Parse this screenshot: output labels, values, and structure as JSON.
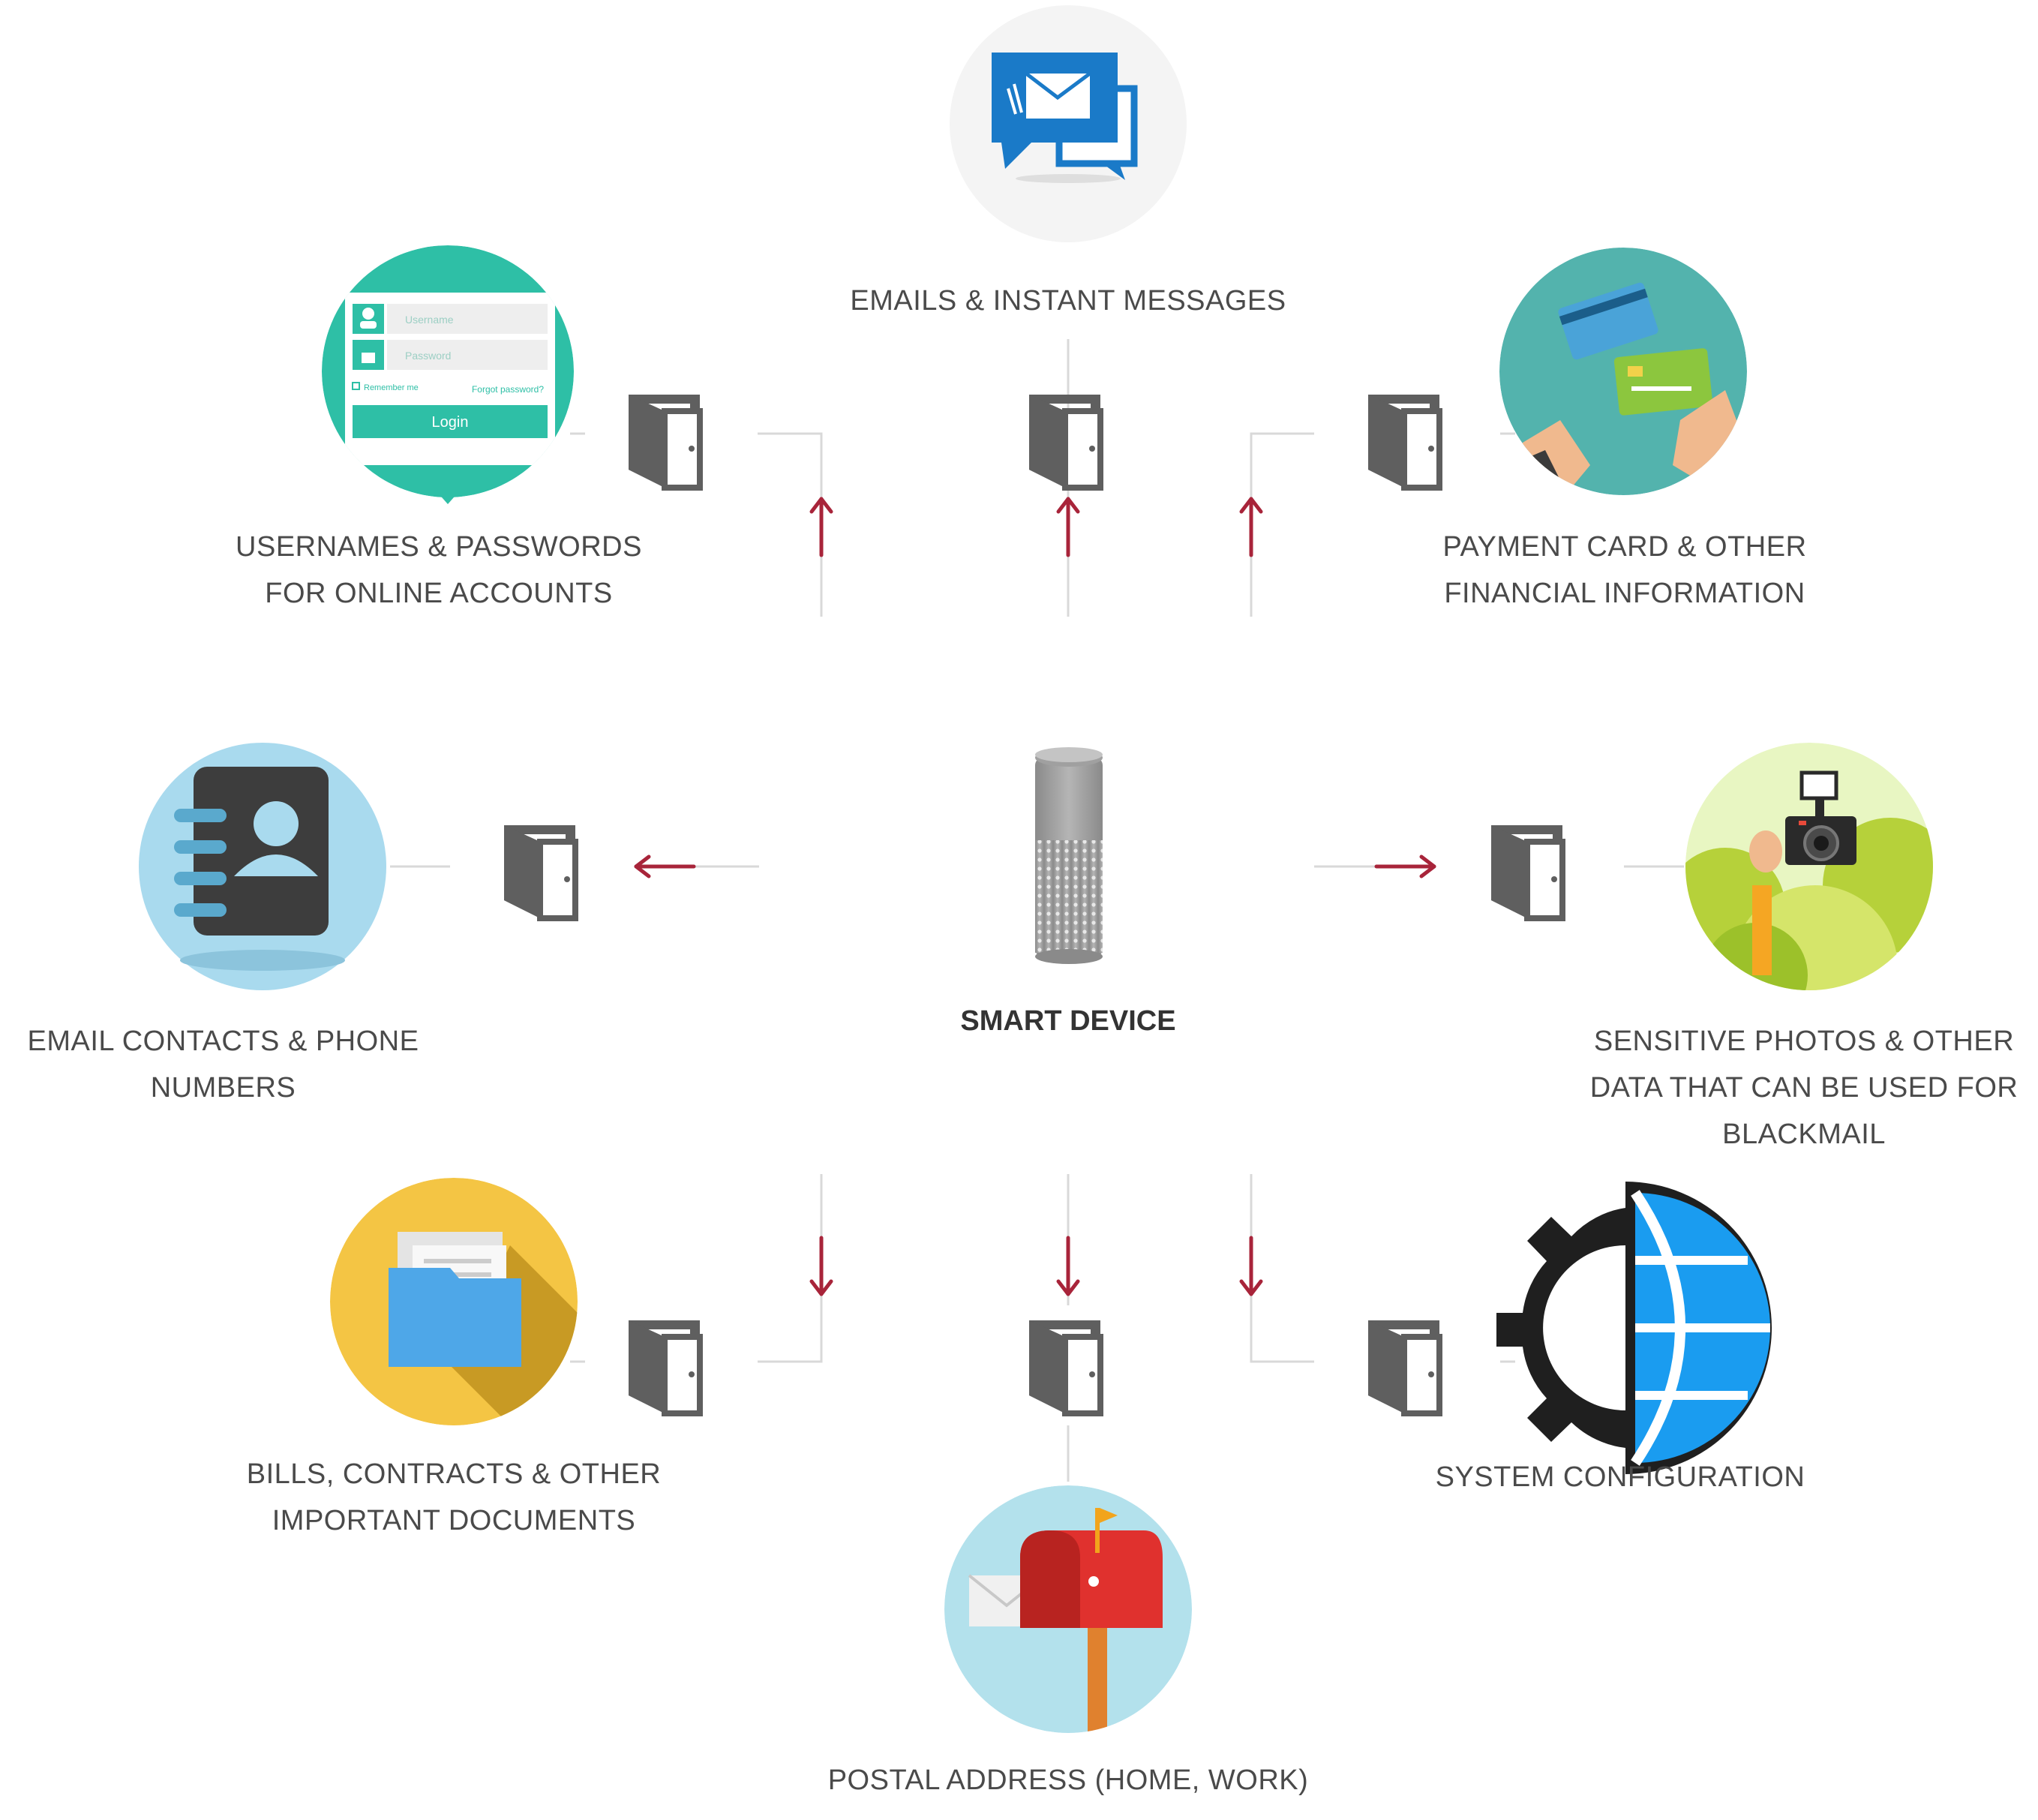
{
  "center": {
    "label": "SMART DEVICE"
  },
  "nodes": [
    {
      "id": "emails",
      "lines": [
        "EMAILS & INSTANT MESSAGES"
      ],
      "icon": "email-chat-icon"
    },
    {
      "id": "credentials",
      "lines": [
        "USERNAMES & PASSWORDS",
        "FOR ONLINE ACCOUNTS"
      ],
      "icon": "login-form-icon",
      "login_form": {
        "username": "Username",
        "password": "Password",
        "remember": "Remember me",
        "forgot": "Forgot password?",
        "button": "Login"
      }
    },
    {
      "id": "payment",
      "lines": [
        "PAYMENT CARD & OTHER",
        "FINANCIAL INFORMATION"
      ],
      "icon": "payment-card-icon"
    },
    {
      "id": "contacts",
      "lines": [
        "EMAIL CONTACTS & PHONE",
        "NUMBERS"
      ],
      "icon": "address-book-icon"
    },
    {
      "id": "photos",
      "lines": [
        "SENSITIVE PHOTOS & OTHER",
        "DATA THAT CAN BE USED FOR",
        "BLACKMAIL"
      ],
      "icon": "camera-icon"
    },
    {
      "id": "documents",
      "lines": [
        "BILLS, CONTRACTS & OTHER",
        "IMPORTANT DOCUMENTS"
      ],
      "icon": "folder-documents-icon"
    },
    {
      "id": "system",
      "lines": [
        "SYSTEM CONFIGURATION"
      ],
      "icon": "gear-globe-icon"
    },
    {
      "id": "postal",
      "lines": [
        "POSTAL ADDRESS (HOME, WORK)"
      ],
      "icon": "mailbox-icon"
    }
  ],
  "colors": {
    "arrow": "#a8243a",
    "connector": "#d9d9d9",
    "door": "#5f5f5f",
    "text": "#4a4a4a"
  }
}
